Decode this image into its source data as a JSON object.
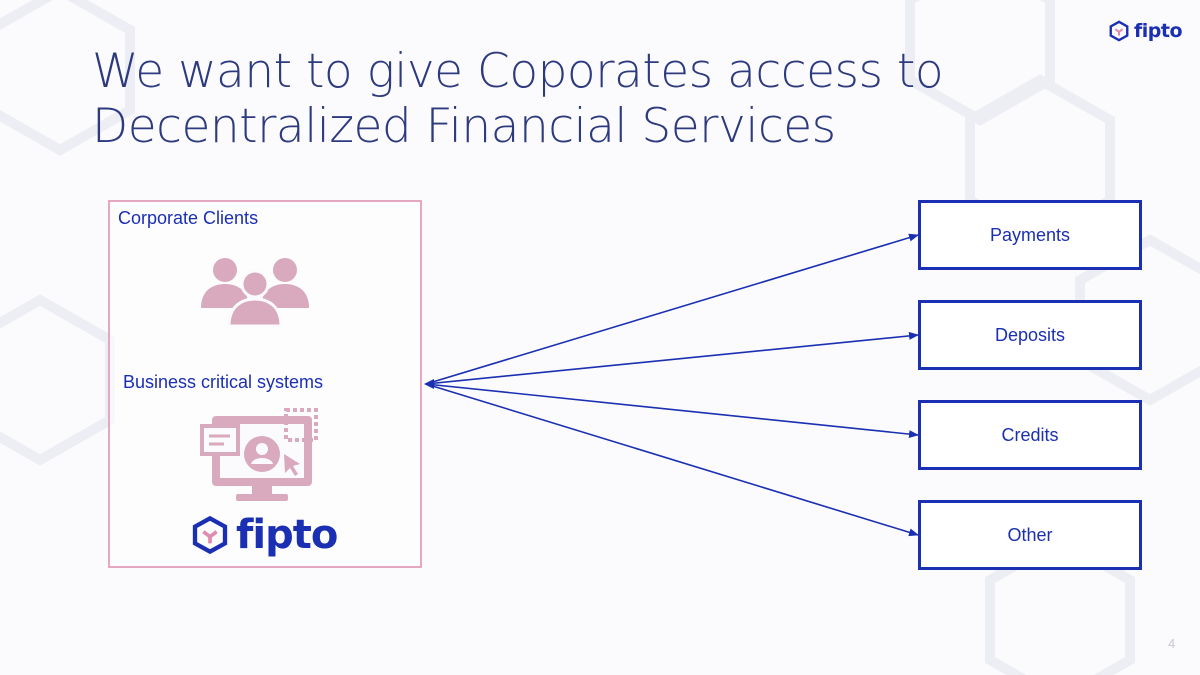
{
  "slide": {
    "title_line1": "We want to give Coporates access to",
    "title_line2": "Decentralized Financial Services",
    "page_number": "4"
  },
  "brand": {
    "name": "fipto"
  },
  "client_box": {
    "clients_label": "Corporate Clients",
    "systems_label": "Business critical systems",
    "logo_text": "fipto"
  },
  "services": [
    {
      "label": "Payments"
    },
    {
      "label": "Deposits"
    },
    {
      "label": "Credits"
    },
    {
      "label": "Other"
    }
  ],
  "colors": {
    "primary_blue": "#1b2fb3",
    "title_navy": "#2d3a7e",
    "pink_border": "#e6a8c0",
    "pink_icon": "#d9a9bd"
  }
}
